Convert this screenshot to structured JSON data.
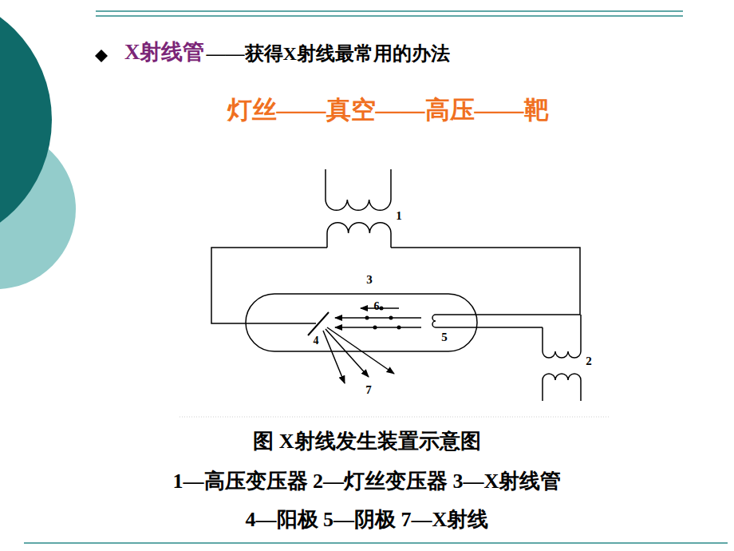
{
  "diagram": {
    "caption": "图 X射线发生装置示意图",
    "labels": [
      "X射线管",
      "——获得X射线最常用的办法",
      "灯丝——真空——高压——靶",
      "1",
      "3",
      "6",
      "4",
      "5",
      "2",
      "7",
      "1—高压变压器 2—灯丝变压器 3—X射线管",
      "4—阳极 5—阴极 7—X射线"
    ]
  }
}
